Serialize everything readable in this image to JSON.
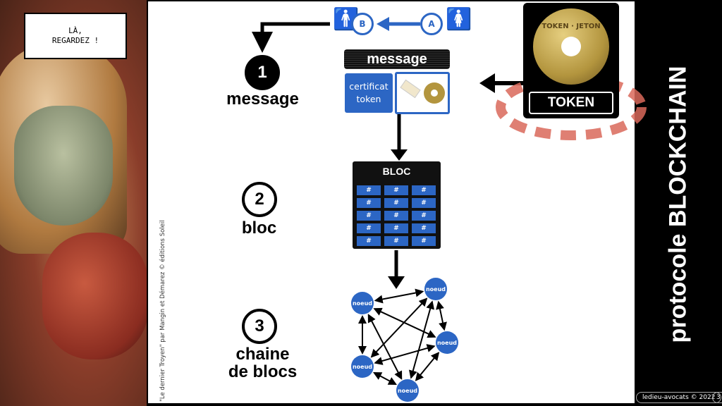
{
  "comic": {
    "bubble_line1": "LÀ,",
    "bubble_line2": "REGARDEZ !",
    "credit": "\"Le dernier Troyen\" par Mangin et Démarez © éditions Soleil"
  },
  "header": {
    "party_b": "B",
    "party_a": "A"
  },
  "steps": [
    {
      "number": "1",
      "label": "message"
    },
    {
      "number": "2",
      "label": "bloc"
    },
    {
      "number": "3",
      "label_line1": "chaine",
      "label_line2": "de blocs"
    }
  ],
  "message": {
    "bar": "message",
    "cert_line1": "certificat",
    "cert_line2": "token"
  },
  "bloc": {
    "title": "BLOC",
    "cell": "#",
    "rows": 5,
    "cols": 3
  },
  "network": {
    "nodes": [
      "noeud",
      "noeud",
      "noeud",
      "noeud",
      "noeud"
    ]
  },
  "token": {
    "coin_text": "TOKEN · JETON",
    "label": "TOKEN"
  },
  "title": "protocole BLOCKCHAIN",
  "footer": {
    "copyright": "ledieu-avocats © 2022",
    "page": "3"
  },
  "colors": {
    "accent": "#2c66c4",
    "highlight": "#d9685a"
  }
}
